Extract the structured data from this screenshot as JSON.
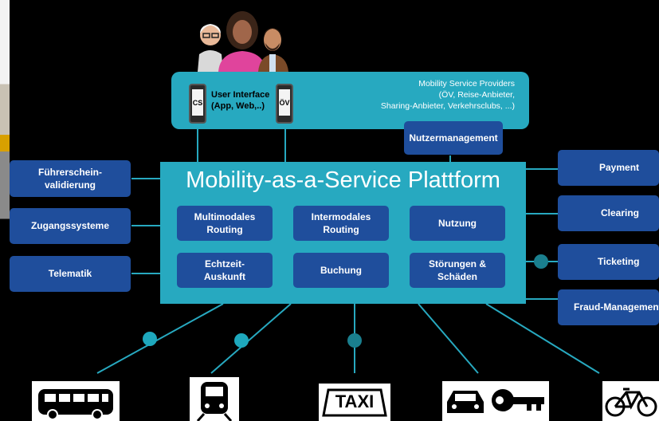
{
  "platform": {
    "title": "Mobility-as-a-Service Plattform"
  },
  "user_interface": {
    "label_line1": "User Interface",
    "label_line2": "(App, Web,..)",
    "phone_left": "CS",
    "phone_right": "ÖV"
  },
  "providers": {
    "line1": "Mobility Service Providers",
    "line2": "(ÖV, Reise-Anbieter,",
    "line3": "Sharing-Anbieter, Verkehrsclubs, ...)"
  },
  "nutzermanagement": "Nutzermanagement",
  "left_boxes": [
    "Führerschein-\nvalidierung",
    "Zugangssysteme",
    "Telematik"
  ],
  "right_boxes": [
    "Payment",
    "Clearing",
    "Ticketing",
    "Fraud-Management"
  ],
  "inner_boxes": [
    "Multimodales\nRouting",
    "Intermodales\nRouting",
    "Nutzung",
    "Echtzeit-\nAuskunft",
    "Buchung",
    "Störungen &\nSchäden"
  ],
  "vehicles": [
    {
      "name": "bus-icon"
    },
    {
      "name": "train-icon"
    },
    {
      "name": "taxi-icon",
      "label": "TAXI"
    },
    {
      "name": "car-sharing-icon"
    },
    {
      "name": "bicycle-icon"
    }
  ],
  "colors": {
    "background": "#000000",
    "platform": "#27a9c0",
    "box": "#1f4e9c",
    "dot": "#1ea8bd"
  }
}
